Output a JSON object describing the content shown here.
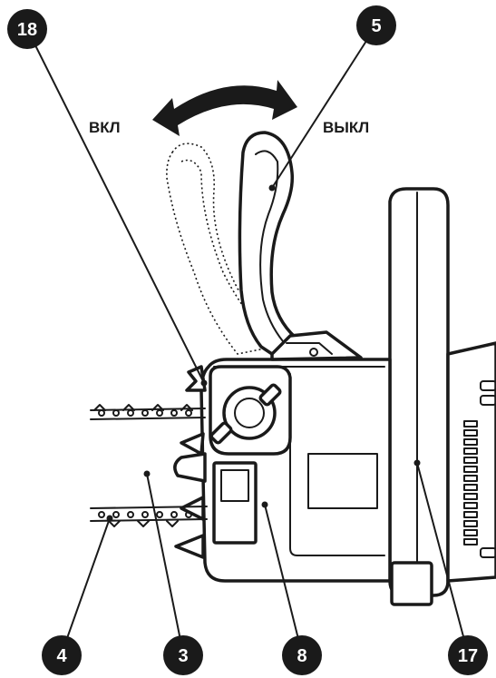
{
  "labels": {
    "on": "ВКЛ",
    "off": "ВЫКЛ"
  },
  "callouts": {
    "c18": "18",
    "c5": "5",
    "c4": "4",
    "c3": "3",
    "c8": "8",
    "c17": "17"
  },
  "colors": {
    "ink": "#1a1a1a",
    "paper": "#ffffff"
  }
}
